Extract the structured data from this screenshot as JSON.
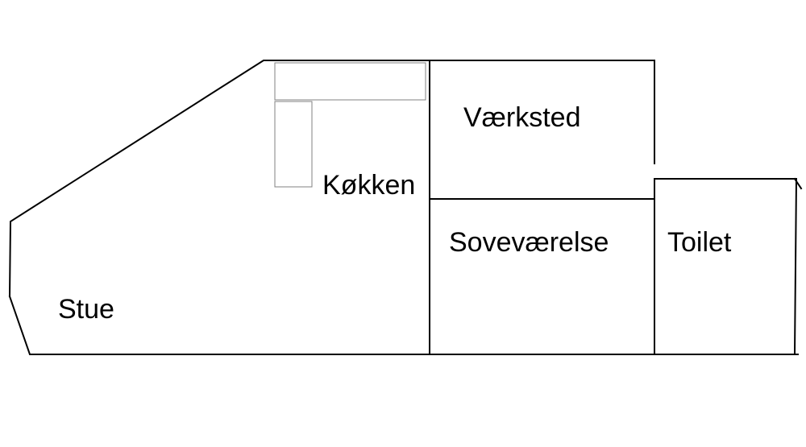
{
  "rooms": {
    "stue": "Stue",
    "koekken": "Køkken",
    "vaerksted": "Værksted",
    "sovevaerelse": "Soveværelse",
    "toilet": "Toilet"
  },
  "colors": {
    "walls": "#000000",
    "counters": "#808080",
    "background": "#ffffff"
  }
}
